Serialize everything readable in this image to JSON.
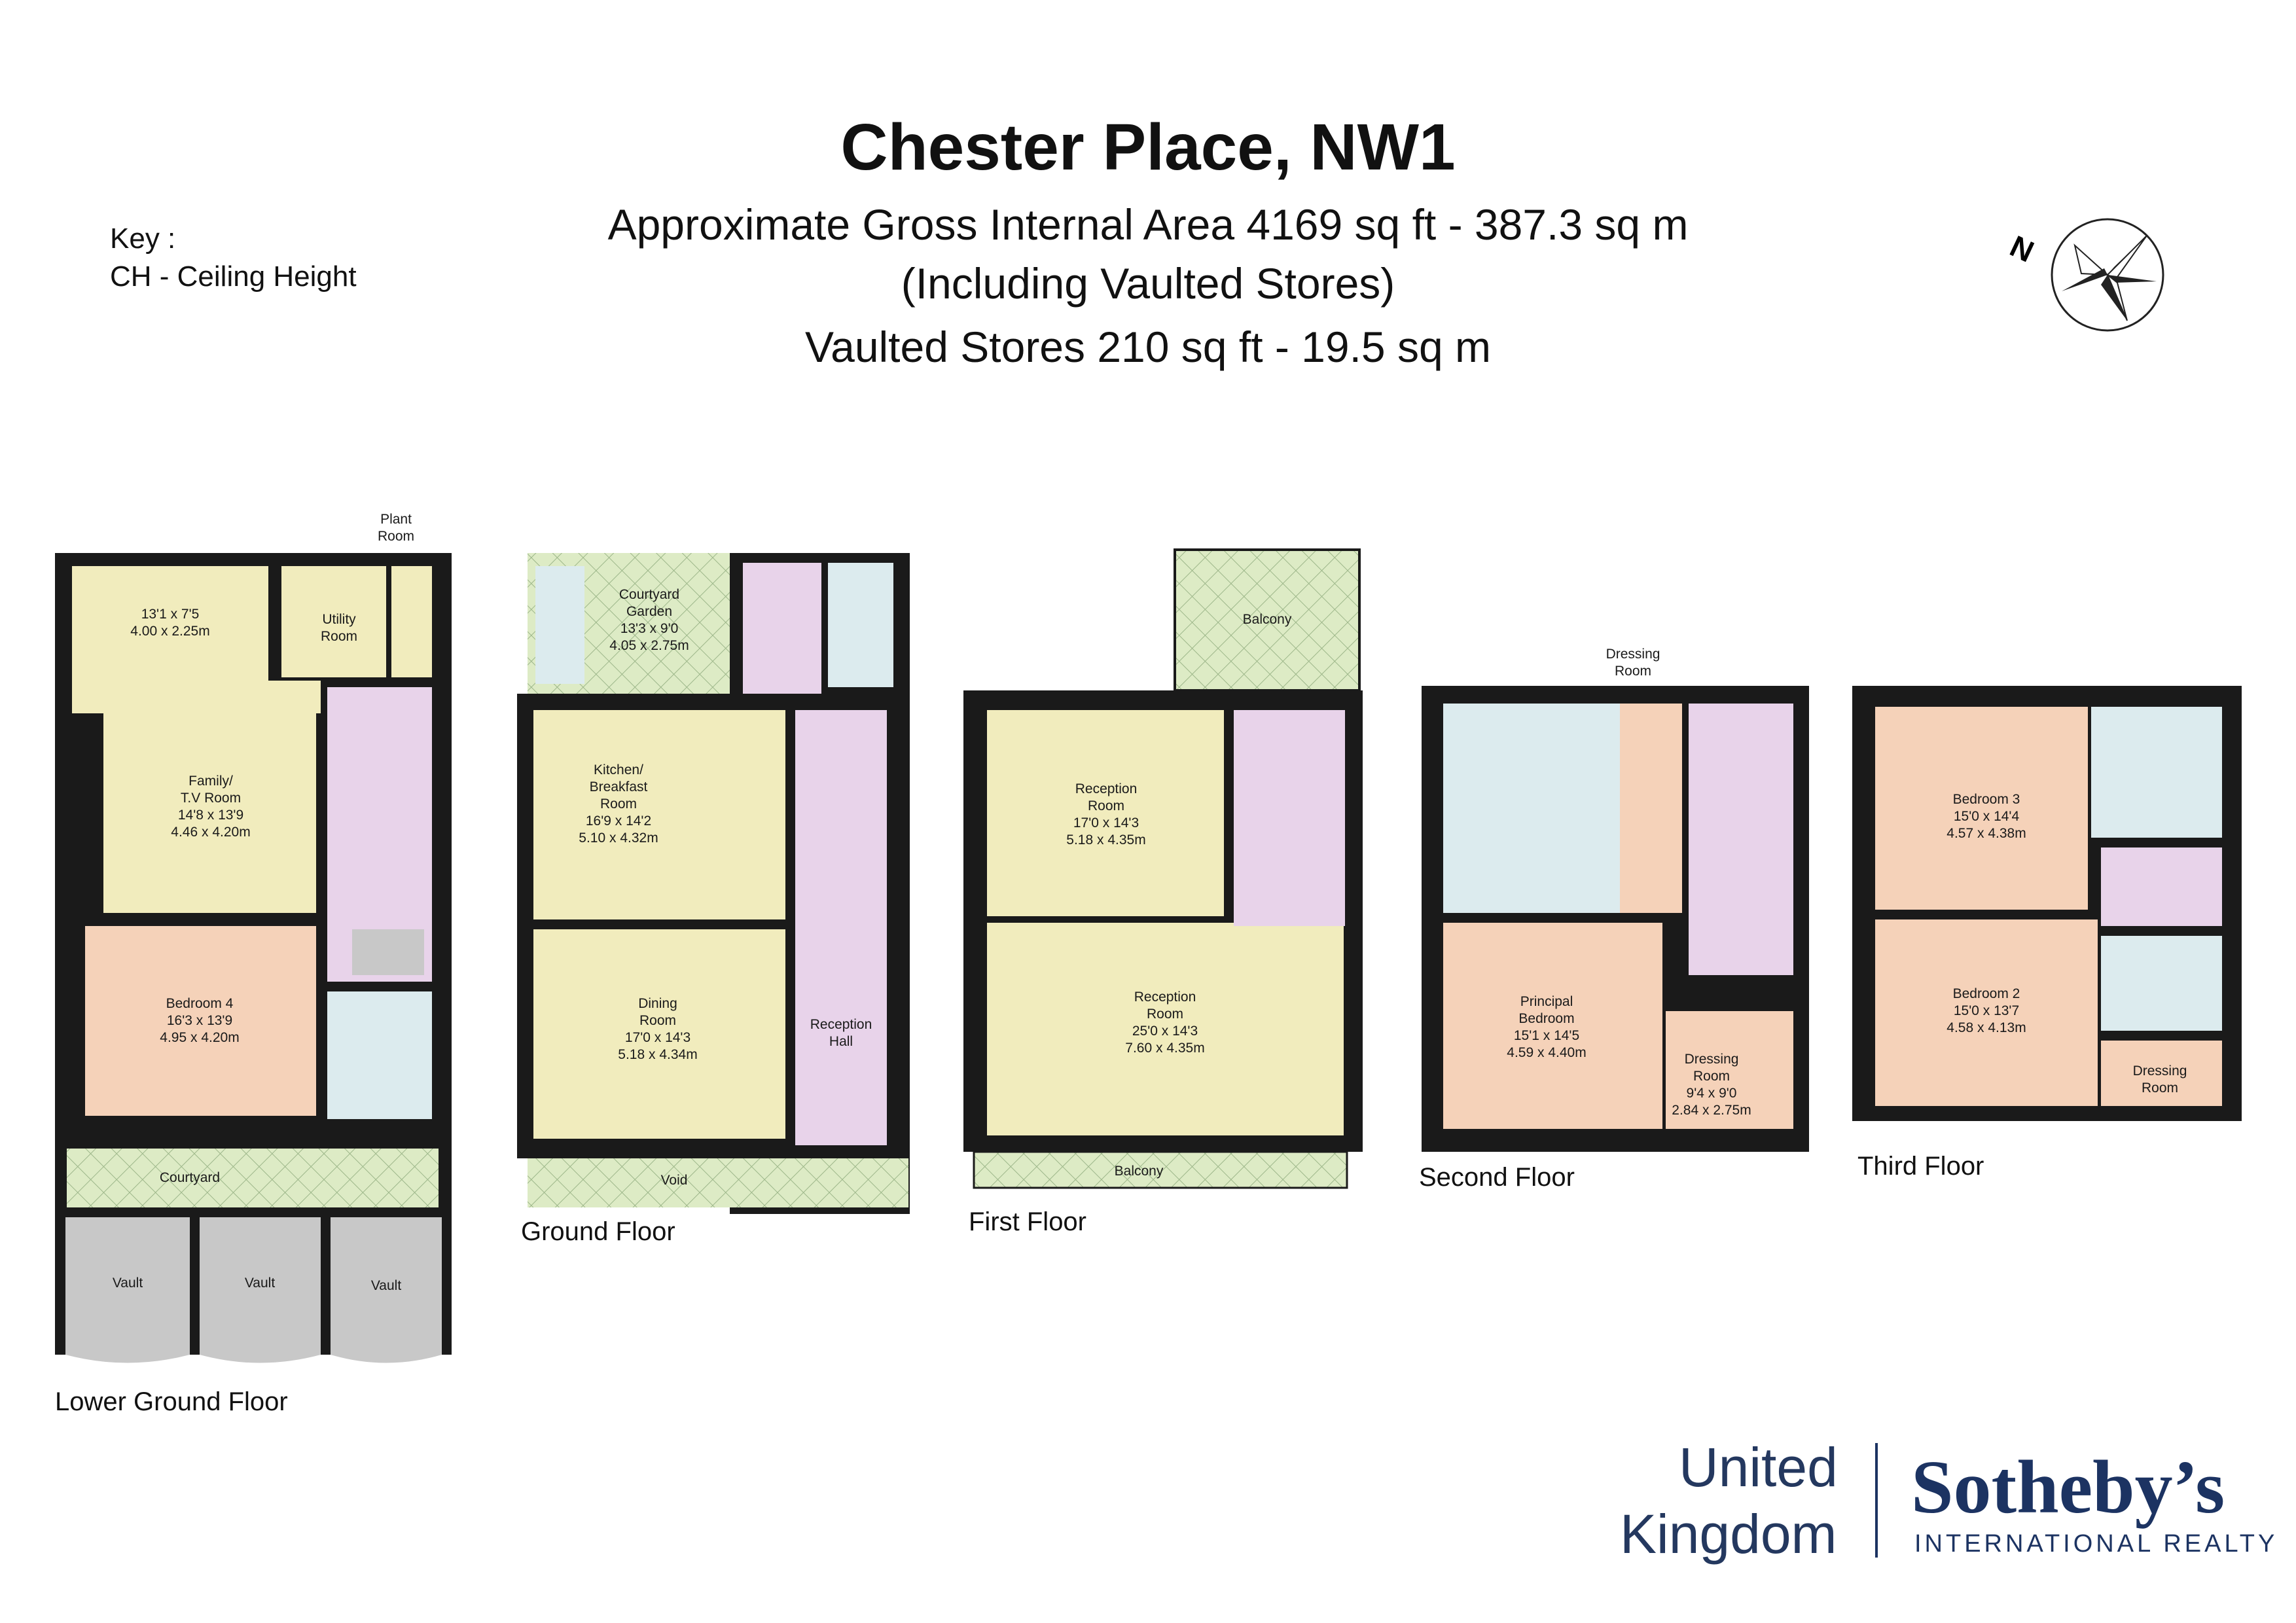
{
  "header": {
    "title": "Chester Place, NW1",
    "area_line": "Approximate Gross Internal Area 4169 sq ft - 387.3 sq m",
    "including_line": "(Including Vaulted Stores)",
    "vaulted_line": "Vaulted Stores 210 sq ft - 19.5 sq m"
  },
  "key": {
    "label": "Key :",
    "line": "CH - Ceiling Height"
  },
  "compass": {
    "letter": "N",
    "icon": "compass-rose-icon"
  },
  "colors": {
    "living": "#f1ecbd",
    "bedroom": "#f5d2b9",
    "hall": "#e8d3ea",
    "bathroom": "#dcebee",
    "vault": "#c8c8c8",
    "outdoor": "#ddebc5",
    "wall": "#1a1a1a",
    "brand_navy": "#1c3362"
  },
  "floors": {
    "lower_ground": {
      "label": "Lower Ground Floor",
      "plant_room": [
        "Plant",
        "Room"
      ],
      "room_top": [
        "13'1 x 7'5",
        "4.00 x 2.25m"
      ],
      "utility": [
        "Utility",
        "Room"
      ],
      "family": [
        "Family/",
        "T.V Room",
        "14'8 x 13'9",
        "4.46 x 4.20m"
      ],
      "bedroom4": [
        "Bedroom 4",
        "16'3 x 13'9",
        "4.95 x 4.20m"
      ],
      "courtyard": "Courtyard",
      "vault": "Vault"
    },
    "ground": {
      "label": "Ground Floor",
      "courtyard_garden": [
        "Courtyard",
        "Garden",
        "13'3 x 9'0",
        "4.05 x 2.75m"
      ],
      "kitchen": [
        "Kitchen/",
        "Breakfast",
        "Room",
        "16'9 x 14'2",
        "5.10 x 4.32m"
      ],
      "dining": [
        "Dining",
        "Room",
        "17'0 x 14'3",
        "5.18 x 4.34m"
      ],
      "reception_hall": [
        "Reception",
        "Hall"
      ],
      "void": "Void"
    },
    "first": {
      "label": "First Floor",
      "balcony": "Balcony",
      "reception1": [
        "Reception",
        "Room",
        "17'0 x 14'3",
        "5.18 x 4.35m"
      ],
      "reception2": [
        "Reception",
        "Room",
        "25'0 x 14'3",
        "7.60 x 4.35m"
      ]
    },
    "second": {
      "label": "Second Floor",
      "dressing_top": [
        "Dressing",
        "Room"
      ],
      "principal": [
        "Principal",
        "Bedroom",
        "15'1 x 14'5",
        "4.59 x 4.40m"
      ],
      "dressing": [
        "Dressing",
        "Room",
        "9'4 x 9'0",
        "2.84 x 2.75m"
      ]
    },
    "third": {
      "label": "Third Floor",
      "bedroom3": [
        "Bedroom 3",
        "15'0 x 14'4",
        "4.57 x 4.38m"
      ],
      "bedroom2": [
        "Bedroom 2",
        "15'0 x 13'7",
        "4.58 x 4.13m"
      ],
      "dressing": [
        "Dressing",
        "Room"
      ]
    }
  },
  "brand": {
    "united": "United",
    "kingdom": "Kingdom",
    "sothebys": "Sotheby’s",
    "realty": "INTERNATIONAL REALTY"
  }
}
